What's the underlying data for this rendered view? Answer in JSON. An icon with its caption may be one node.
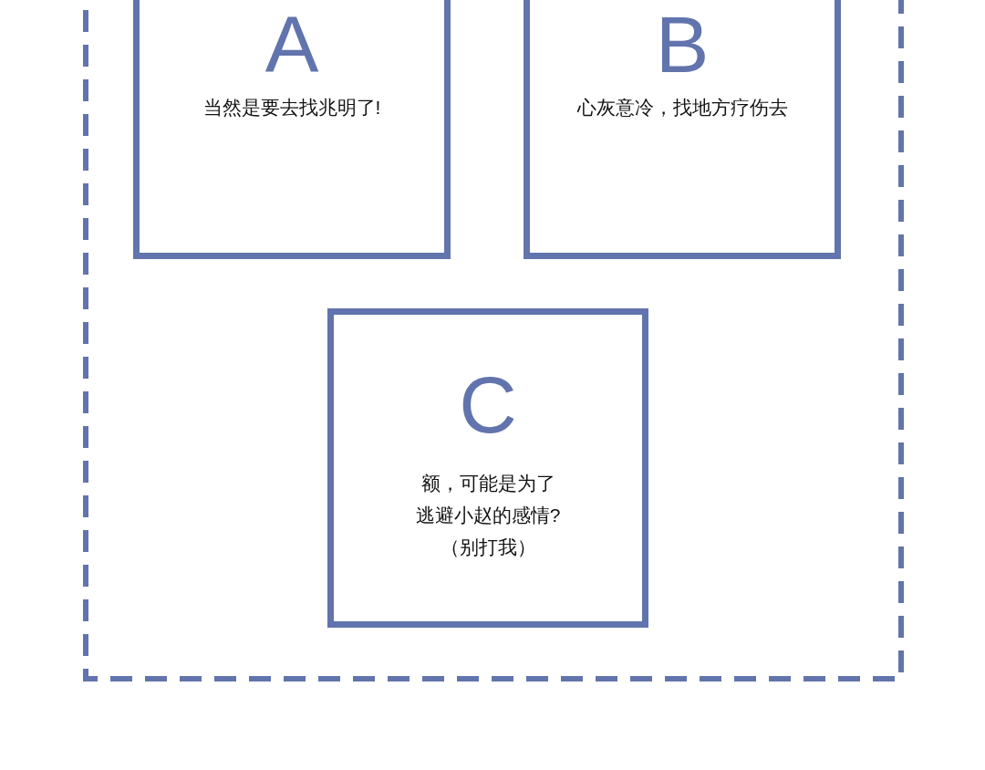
{
  "diagram": {
    "nodes": [
      {
        "text": [],
        "shape": "box"
      },
      {
        "text": [
          "A",
          "当然是要去找兆明了!"
        ],
        "in": 0
      },
      {
        "text": [
          "B",
          "心灰意冷，找地方疗伤去"
        ],
        "in": 0
      },
      {
        "text": [
          "C",
          "额，可能是为了逃避小赵的感情?",
          "（别打我）"
        ],
        "in": 0
      }
    ]
  }
}
